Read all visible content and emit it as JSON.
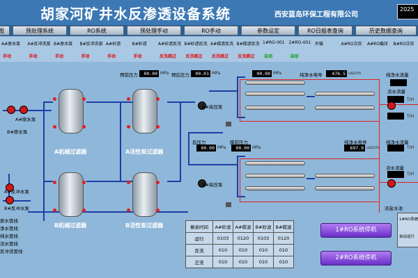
{
  "header": {
    "title": "胡家河矿井水反渗透设备系统",
    "company": "西安蓝岛环保工程有限公司",
    "clock": "2025"
  },
  "nav": [
    "图",
    "预处理系统",
    "RO系统",
    "预处理手动",
    "RO手动",
    "参数设定",
    "RO日报表查询",
    "历史数据查询"
  ],
  "status_items": [
    {
      "label": "A#原水泵",
      "value": "手动",
      "tone": "red"
    },
    {
      "label": "A#反冲洗泵",
      "value": "手动",
      "tone": "red"
    },
    {
      "label": "B#原水泵",
      "value": "手动",
      "tone": "red"
    },
    {
      "label": "B#反冲洗泵",
      "value": "手动",
      "tone": "red"
    },
    {
      "label": "A#砂滤",
      "value": "手动",
      "tone": "red"
    },
    {
      "label": "B#砂滤",
      "value": "手动",
      "tone": "red"
    },
    {
      "label": "A#砂滤反洗",
      "value": "反洗跳过",
      "tone": "red"
    },
    {
      "label": "B#砂滤反洗",
      "value": "反洗跳过",
      "tone": "red"
    },
    {
      "label": "A#碳滤反洗",
      "value": "反洗跳过",
      "tone": "red"
    },
    {
      "label": "B#碳滤反洗",
      "value": "反洗跳过",
      "tone": "red"
    },
    {
      "label": "1#RO-001",
      "value": "自动",
      "tone": "green"
    },
    {
      "label": "2#RO-001",
      "value": "自动",
      "tone": "green"
    },
    {
      "label": "外输",
      "value": "",
      "tone": "red"
    },
    {
      "label": "A#RO次压",
      "value": "",
      "tone": "red"
    },
    {
      "label": "A#RO截压",
      "value": "",
      "tone": "red"
    },
    {
      "label": "B#RO次压",
      "value": "",
      "tone": "red"
    }
  ],
  "process": {
    "pre_pressure_label": "预前压力",
    "pre_pressure_value": "00.00",
    "post_pressure_label": "预后压力",
    "post_pressure_value": "00.01",
    "post_pressure2_value": "00.00",
    "pressure_unit": "MPa",
    "conductivity1_label": "纯净水电导",
    "conductivity1_value": "476.5",
    "conductivity_unit": "us/cm",
    "flow1_label": "纯净水流量",
    "concentrate1_label": "浓水流量",
    "flow_unit": "T/H",
    "pump_high_a": "A#高压泵",
    "pump_high_b": "B#高压泵",
    "after_label": "后压力",
    "after_value": "00.00",
    "membrane_label": "膜前压力",
    "membrane_value": "00.00",
    "conductivity2_label": "纯净水电导",
    "conductivity2_value": "697.9",
    "flow2_label": "纯净水流量",
    "concentrate2_label": "浓水流量",
    "concentrate_tank": "浓盐水池"
  },
  "equipment": {
    "pump_a_raw": "A#原水泵",
    "pump_b_raw": "B#原水泵",
    "pump_a_back": "A#反冲水泵",
    "pump_b_back": "B#反冲水泵",
    "filter_a_mech": "A机械过滤器",
    "filter_a_carbon": "A活性炭过滤器",
    "filter_b_mech": "B机械过滤器",
    "filter_b_carbon": "B活性炭过滤器"
  },
  "legend": [
    "原水管线",
    "净水管线",
    "纯水管线",
    "浓水管线",
    "反冲洗管线"
  ],
  "runtime_table": {
    "header": [
      "剩余时间",
      "A#砂滤",
      "A#碳滤",
      "B#砂滤",
      "B#碳滤"
    ],
    "rows": [
      [
        "运行",
        "0103",
        "0120",
        "0103",
        "0120"
      ],
      [
        "反洗",
        "010",
        "010",
        "010",
        "010"
      ],
      [
        "正洗",
        "010",
        "010",
        "010",
        "010"
      ]
    ]
  },
  "ro_buttons": [
    "1#RO系统停机",
    "2#RO系统停机"
  ],
  "side_panel": {
    "title": "1#RO系统",
    "mode": "自动运行"
  },
  "colors": {
    "background": "#8fb7d9",
    "title_bar": "#3c78b4",
    "pipe_blue": "#1b3ea8",
    "pipe_red": "#e02020",
    "button_purple": "#7a3ad6"
  }
}
